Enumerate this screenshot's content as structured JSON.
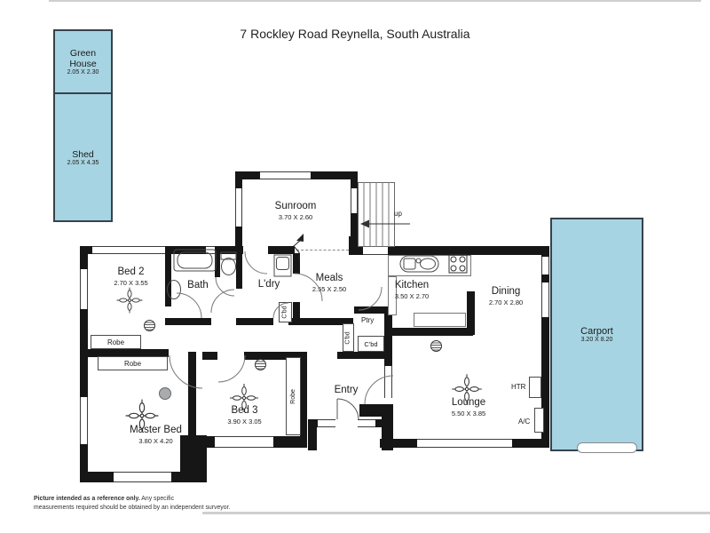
{
  "title": "7 Rockley Road Reynella, South Australia",
  "colors": {
    "area_fill": "#a7d4e2",
    "wall": "#161616"
  },
  "outbuildings": {
    "greenhouse": {
      "name": "Green House",
      "dims": "2.05 X 2.30"
    },
    "shed": {
      "name": "Shed",
      "dims": "2.05 X 4.35"
    },
    "carport": {
      "name": "Carport",
      "dims": "3.20 X 8.20"
    }
  },
  "rooms": {
    "sunroom": {
      "name": "Sunroom",
      "dims": "3.70 X 2.60"
    },
    "bed2": {
      "name": "Bed 2",
      "dims": "2.70 X 3.55"
    },
    "bath": {
      "name": "Bath"
    },
    "ldry": {
      "name": "L'dry"
    },
    "meals": {
      "name": "Meals",
      "dims": "2.55 X 2.50"
    },
    "kitchen": {
      "name": "Kitchen",
      "dims": "3.50 X 2.70"
    },
    "dining": {
      "name": "Dining",
      "dims": "2.70 X 2.80"
    },
    "entry": {
      "name": "Entry"
    },
    "bed3": {
      "name": "Bed 3",
      "dims": "3.90 X 3.05"
    },
    "master": {
      "name": "Master Bed",
      "dims": "3.80 X 4.20"
    },
    "lounge": {
      "name": "Lounge",
      "dims": "5.50 X 3.85"
    }
  },
  "features": {
    "robe_bed2": "Robe",
    "robe_master": "Robe",
    "robe_bed3": "Robe",
    "pantry": "Ptry",
    "cbd_ldry": "C'bd",
    "cbd_hall": "C'bd",
    "cbd_entry": "C'bd",
    "heater": "HTR",
    "aircon": "A/C",
    "stairs_up": "up"
  },
  "disclaimer": {
    "bold": "Picture intended as a reference only.",
    "tail": " Any specific",
    "line2": "measurements required should be obtained by an independent surveyor."
  }
}
